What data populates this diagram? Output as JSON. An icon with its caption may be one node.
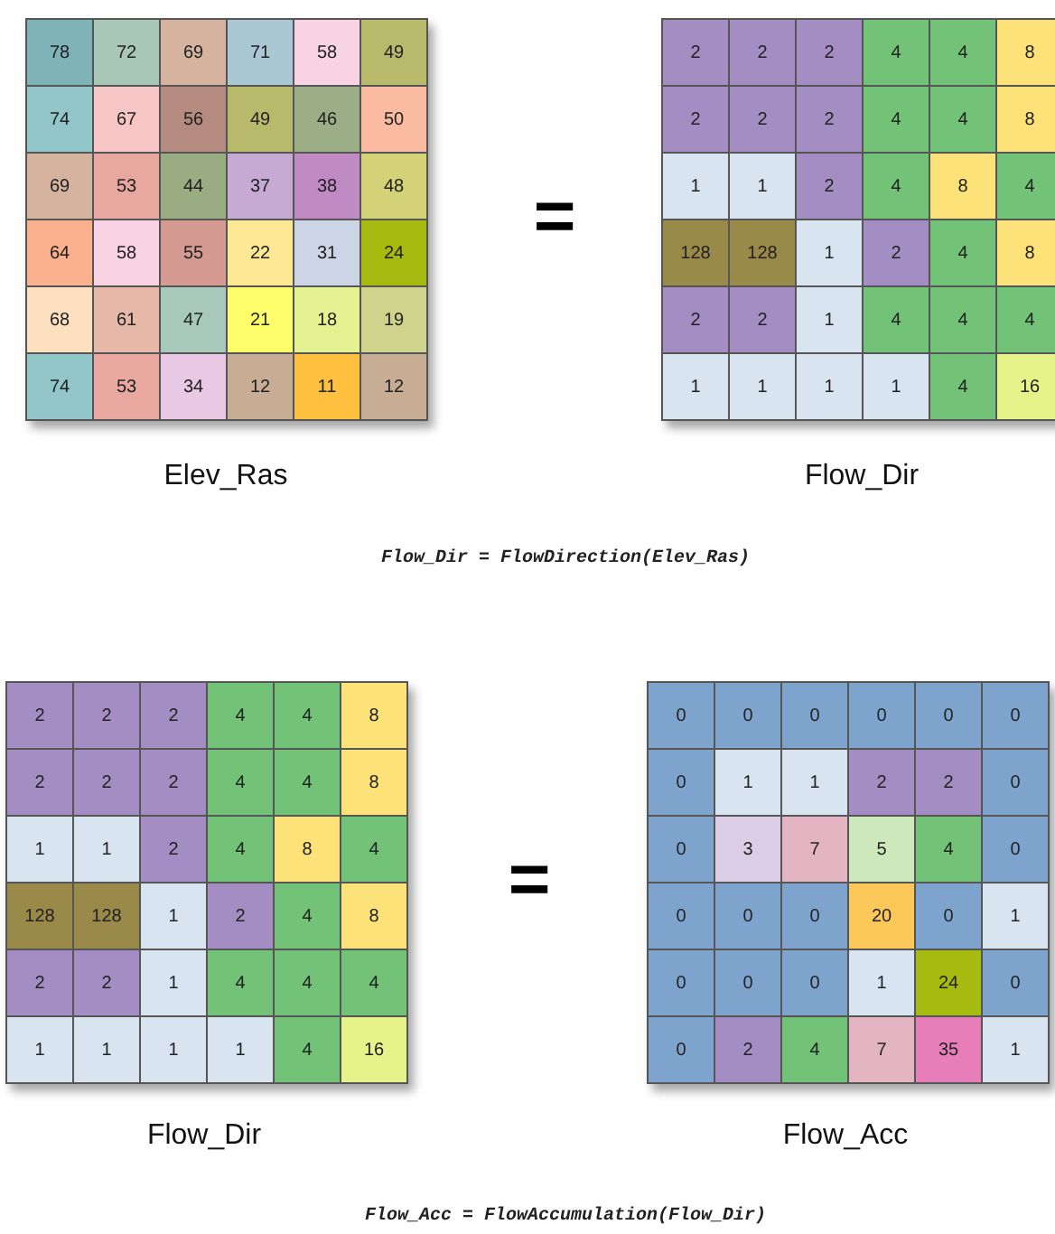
{
  "diagram": {
    "labels": [
      "78",
      "72",
      "69",
      "71",
      "58",
      "49",
      "74",
      "67",
      "56",
      "49",
      "46",
      "50",
      "69",
      "53",
      "44",
      "37",
      "38",
      "48",
      "64",
      "58",
      "55",
      "22",
      "31",
      "24",
      "68",
      "61",
      "47",
      "21",
      "18",
      "19",
      "74",
      "53",
      "34",
      "12",
      "11",
      "12",
      "=",
      "2",
      "2",
      "2",
      "4",
      "4",
      "8",
      "2",
      "2",
      "2",
      "4",
      "4",
      "8",
      "1",
      "1",
      "2",
      "4",
      "8",
      "4",
      "128",
      "128",
      "1",
      "2",
      "4",
      "8",
      "2",
      "2",
      "1",
      "4",
      "4",
      "4",
      "1",
      "1",
      "1",
      "1",
      "4",
      "16",
      "Elev_Ras",
      "Flow_Dir",
      "Flow_Dir = FlowDirection(Elev_Ras)",
      "2",
      "2",
      "2",
      "4",
      "4",
      "8",
      "2",
      "2",
      "2",
      "4",
      "4",
      "8",
      "1",
      "1",
      "2",
      "4",
      "8",
      "4",
      "128",
      "128",
      "1",
      "2",
      "4",
      "8",
      "2",
      "2",
      "1",
      "4",
      "4",
      "4",
      "1",
      "1",
      "1",
      "1",
      "4",
      "16",
      "=",
      "0",
      "0",
      "0",
      "0",
      "0",
      "0",
      "0",
      "1",
      "1",
      "2",
      "2",
      "0",
      "0",
      "3",
      "7",
      "5",
      "4",
      "0",
      "0",
      "0",
      "0",
      "20",
      "0",
      "1",
      "0",
      "0",
      "0",
      "1",
      "24",
      "0",
      "0",
      "2",
      "4",
      "7",
      "35",
      "1",
      "Flow_Dir",
      "Flow_Acc",
      "Flow_Acc = FlowAccumulation(Flow_Dir)"
    ]
  }
}
